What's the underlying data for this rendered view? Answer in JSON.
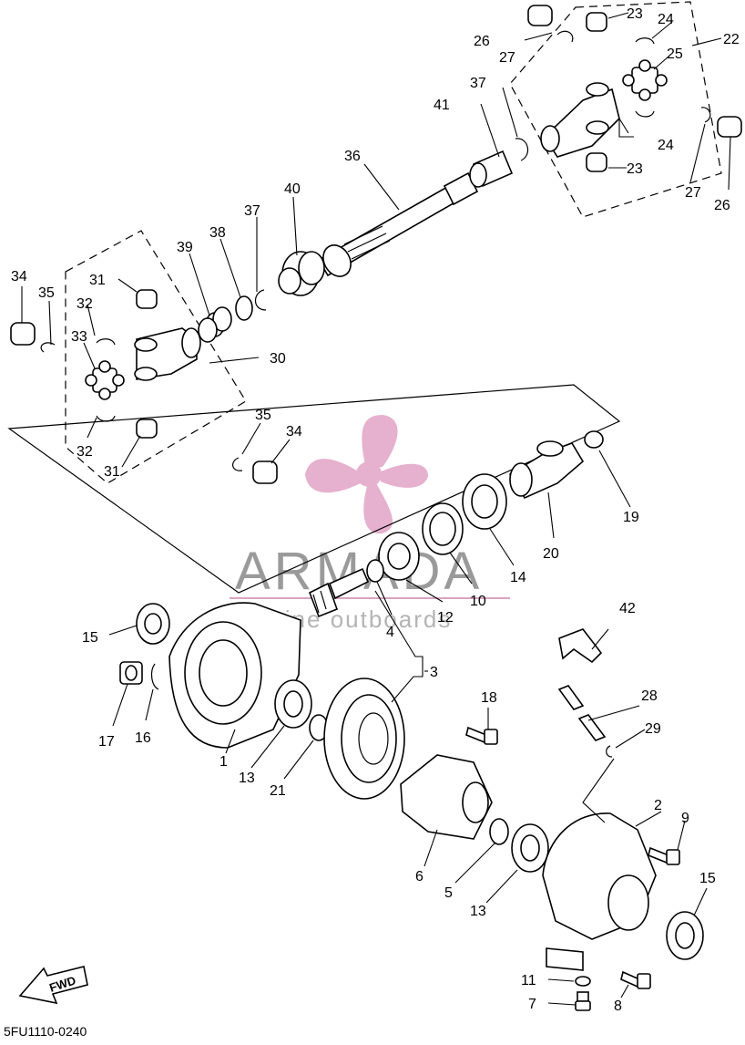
{
  "diagram": {
    "catalog_code": "5FU1110-0240",
    "fwd_label": "FWD",
    "watermark": {
      "brand": "ARMADA",
      "tagline": "marine outboards",
      "logo_color": "#e3a9c9"
    },
    "callouts": [
      {
        "id": "c1",
        "label": "1"
      },
      {
        "id": "c2",
        "label": "2"
      },
      {
        "id": "c3",
        "label": "3"
      },
      {
        "id": "c4",
        "label": "4"
      },
      {
        "id": "c5",
        "label": "5"
      },
      {
        "id": "c6",
        "label": "6"
      },
      {
        "id": "c7",
        "label": "7"
      },
      {
        "id": "c8",
        "label": "8"
      },
      {
        "id": "c9",
        "label": "9"
      },
      {
        "id": "c10",
        "label": "10"
      },
      {
        "id": "c11",
        "label": "11"
      },
      {
        "id": "c12",
        "label": "12"
      },
      {
        "id": "c13a",
        "label": "13"
      },
      {
        "id": "c13b",
        "label": "13"
      },
      {
        "id": "c14",
        "label": "14"
      },
      {
        "id": "c15a",
        "label": "15"
      },
      {
        "id": "c15b",
        "label": "15"
      },
      {
        "id": "c16",
        "label": "16"
      },
      {
        "id": "c17",
        "label": "17"
      },
      {
        "id": "c18",
        "label": "18"
      },
      {
        "id": "c19",
        "label": "19"
      },
      {
        "id": "c20",
        "label": "20"
      },
      {
        "id": "c21",
        "label": "21"
      },
      {
        "id": "c22",
        "label": "22"
      },
      {
        "id": "c23a",
        "label": "23"
      },
      {
        "id": "c23b",
        "label": "23"
      },
      {
        "id": "c24a",
        "label": "24"
      },
      {
        "id": "c24b",
        "label": "24"
      },
      {
        "id": "c25",
        "label": "25"
      },
      {
        "id": "c26a",
        "label": "26"
      },
      {
        "id": "c26b",
        "label": "26"
      },
      {
        "id": "c27a",
        "label": "27"
      },
      {
        "id": "c27b",
        "label": "27"
      },
      {
        "id": "c28",
        "label": "28"
      },
      {
        "id": "c29",
        "label": "29"
      },
      {
        "id": "c30",
        "label": "30"
      },
      {
        "id": "c31a",
        "label": "31"
      },
      {
        "id": "c31b",
        "label": "31"
      },
      {
        "id": "c32a",
        "label": "32"
      },
      {
        "id": "c32b",
        "label": "32"
      },
      {
        "id": "c33",
        "label": "33"
      },
      {
        "id": "c34a",
        "label": "34"
      },
      {
        "id": "c34b",
        "label": "34"
      },
      {
        "id": "c35a",
        "label": "35"
      },
      {
        "id": "c35b",
        "label": "35"
      },
      {
        "id": "c36",
        "label": "36"
      },
      {
        "id": "c37a",
        "label": "37"
      },
      {
        "id": "c37b",
        "label": "37"
      },
      {
        "id": "c38",
        "label": "38"
      },
      {
        "id": "c39",
        "label": "39"
      },
      {
        "id": "c40",
        "label": "40"
      },
      {
        "id": "c41",
        "label": "41"
      },
      {
        "id": "c42",
        "label": "42"
      }
    ]
  }
}
